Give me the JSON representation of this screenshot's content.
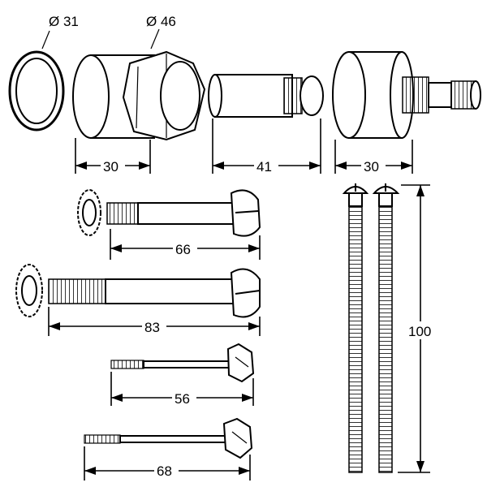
{
  "labels": {
    "diam_ring": "Ø 31",
    "diam_nut": "Ø 46",
    "dim_cap_left": "30",
    "dim_sleeve": "41",
    "dim_cap_right": "30",
    "dim_bolt_66": "66",
    "dim_bolt_83": "83",
    "dim_rod_56": "56",
    "dim_rod_68": "68",
    "dim_screw_100": "100"
  }
}
